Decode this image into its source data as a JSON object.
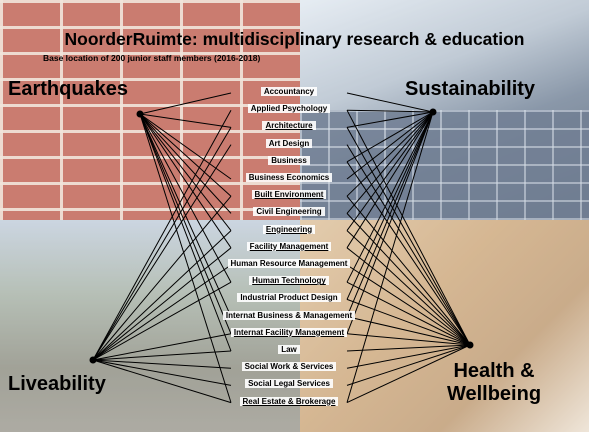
{
  "title": "NoorderRuimte: multidisciplinary research & education",
  "subtitle": "Base location of 200 junior staff members (2016-2018)",
  "themes": {
    "earthquakes": "Earthquakes",
    "sustainability": "Sustainability",
    "liveability": "Liveability",
    "health_line1": "Health &",
    "health_line2": "Wellbeing"
  },
  "disciplines": [
    {
      "label": "Accountancy",
      "underline": false,
      "links": [
        "sustainability",
        "earthquakes"
      ]
    },
    {
      "label": "Applied Psychology",
      "underline": false,
      "links": [
        "sustainability",
        "liveability",
        "health"
      ]
    },
    {
      "label": "Architecture",
      "underline": true,
      "links": [
        "earthquakes",
        "sustainability",
        "liveability",
        "health"
      ]
    },
    {
      "label": "Art Design",
      "underline": false,
      "links": [
        "liveability",
        "health"
      ]
    },
    {
      "label": "Business",
      "underline": false,
      "links": [
        "sustainability",
        "health"
      ]
    },
    {
      "label": "Business Economics",
      "underline": false,
      "links": [
        "earthquakes",
        "sustainability"
      ]
    },
    {
      "label": "Built Environment",
      "underline": true,
      "links": [
        "earthquakes",
        "sustainability",
        "liveability",
        "health"
      ]
    },
    {
      "label": "Civil Engineering",
      "underline": false,
      "links": [
        "earthquakes",
        "sustainability",
        "health"
      ]
    },
    {
      "label": "Engineering",
      "underline": true,
      "links": [
        "earthquakes",
        "sustainability",
        "liveability",
        "health"
      ]
    },
    {
      "label": "Facility Management",
      "underline": true,
      "links": [
        "earthquakes",
        "sustainability",
        "liveability",
        "health"
      ]
    },
    {
      "label": "Human Resource Management",
      "underline": false,
      "links": [
        "liveability",
        "health"
      ]
    },
    {
      "label": "Human Technology",
      "underline": true,
      "links": [
        "earthquakes",
        "sustainability",
        "liveability",
        "health"
      ]
    },
    {
      "label": "Industrial Product Design",
      "underline": false,
      "links": [
        "sustainability",
        "health"
      ]
    },
    {
      "label": "Internat Business & Management",
      "underline": false,
      "links": [
        "earthquakes",
        "sustainability",
        "health"
      ]
    },
    {
      "label": "Internat Facility Management",
      "underline": true,
      "links": [
        "earthquakes",
        "sustainability",
        "liveability",
        "health"
      ]
    },
    {
      "label": "Law",
      "underline": false,
      "links": [
        "earthquakes",
        "liveability",
        "health"
      ]
    },
    {
      "label": "Social Work & Services",
      "underline": false,
      "links": [
        "liveability",
        "health"
      ]
    },
    {
      "label": "Social Legal Services",
      "underline": false,
      "links": [
        "liveability",
        "health"
      ]
    },
    {
      "label": "Real Estate & Brokerage",
      "underline": true,
      "links": [
        "earthquakes",
        "sustainability",
        "liveability",
        "health"
      ]
    }
  ]
}
